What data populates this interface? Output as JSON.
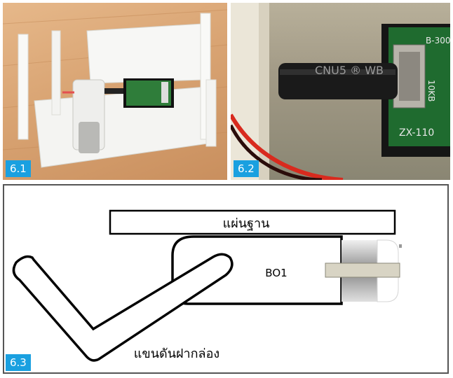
{
  "figure_1": {
    "label": "6.1"
  },
  "figure_2": {
    "label": "6.2",
    "board_texts": [
      "B-300",
      "10KB",
      "ZX-110"
    ],
    "shaft_text": "CNU5 ® WB"
  },
  "figure_3": {
    "label": "6.3",
    "base_plate_label": "แผ่นฐาน",
    "module_label": "BO1",
    "arm_label": "แขนดันฝากล่อง"
  },
  "colors": {
    "badge": "#1aa0e0"
  }
}
